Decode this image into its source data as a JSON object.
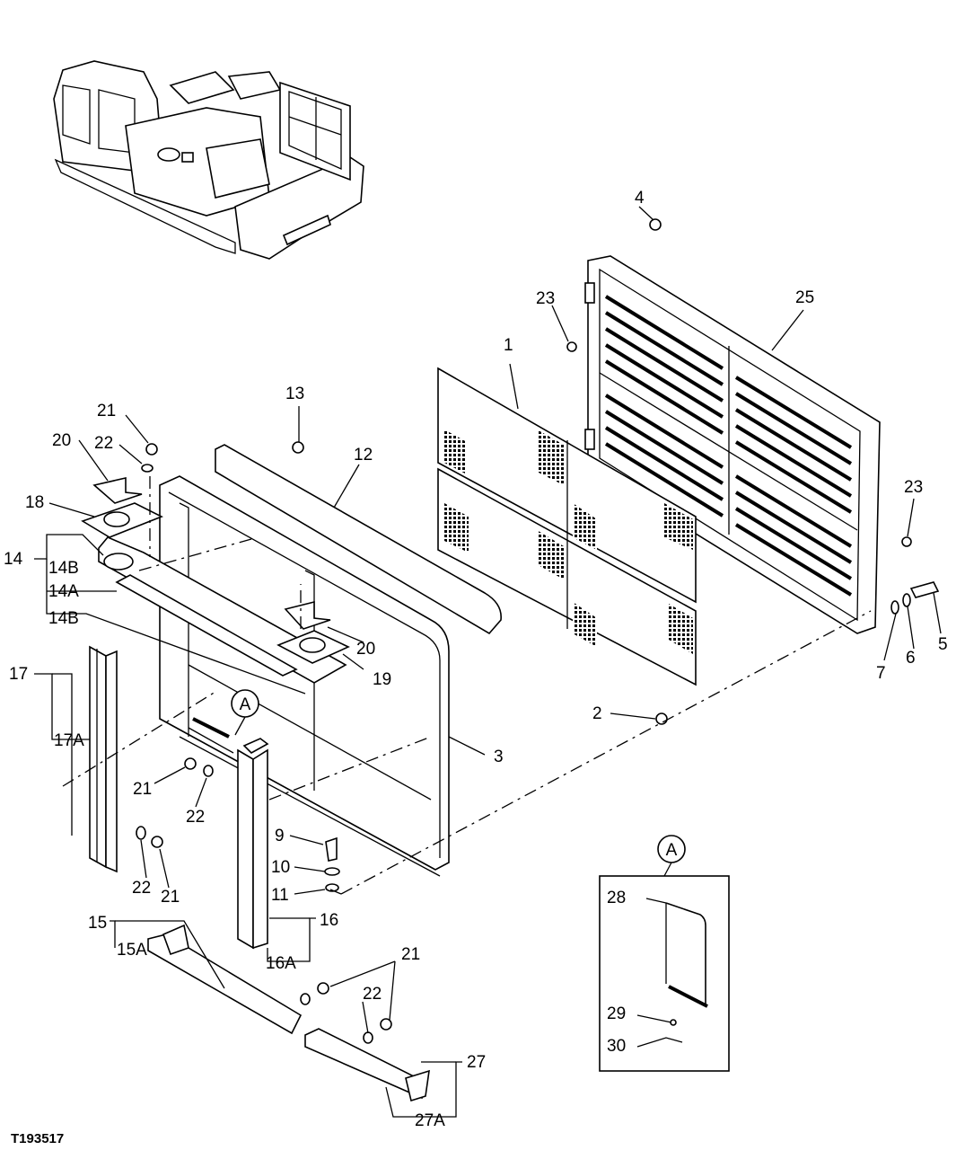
{
  "figure_id": "T193517",
  "detail": {
    "label": "A",
    "parts": [
      "28",
      "29",
      "30"
    ]
  },
  "callouts": [
    "1",
    "2",
    "3",
    "4",
    "5",
    "6",
    "7",
    "9",
    "10",
    "11",
    "12",
    "13",
    "14",
    "14A",
    "14B",
    "15",
    "15A",
    "16",
    "16A",
    "17",
    "17A",
    "18",
    "19",
    "20",
    "21",
    "22",
    "23",
    "25",
    "27",
    "27A",
    "28",
    "29",
    "30"
  ]
}
